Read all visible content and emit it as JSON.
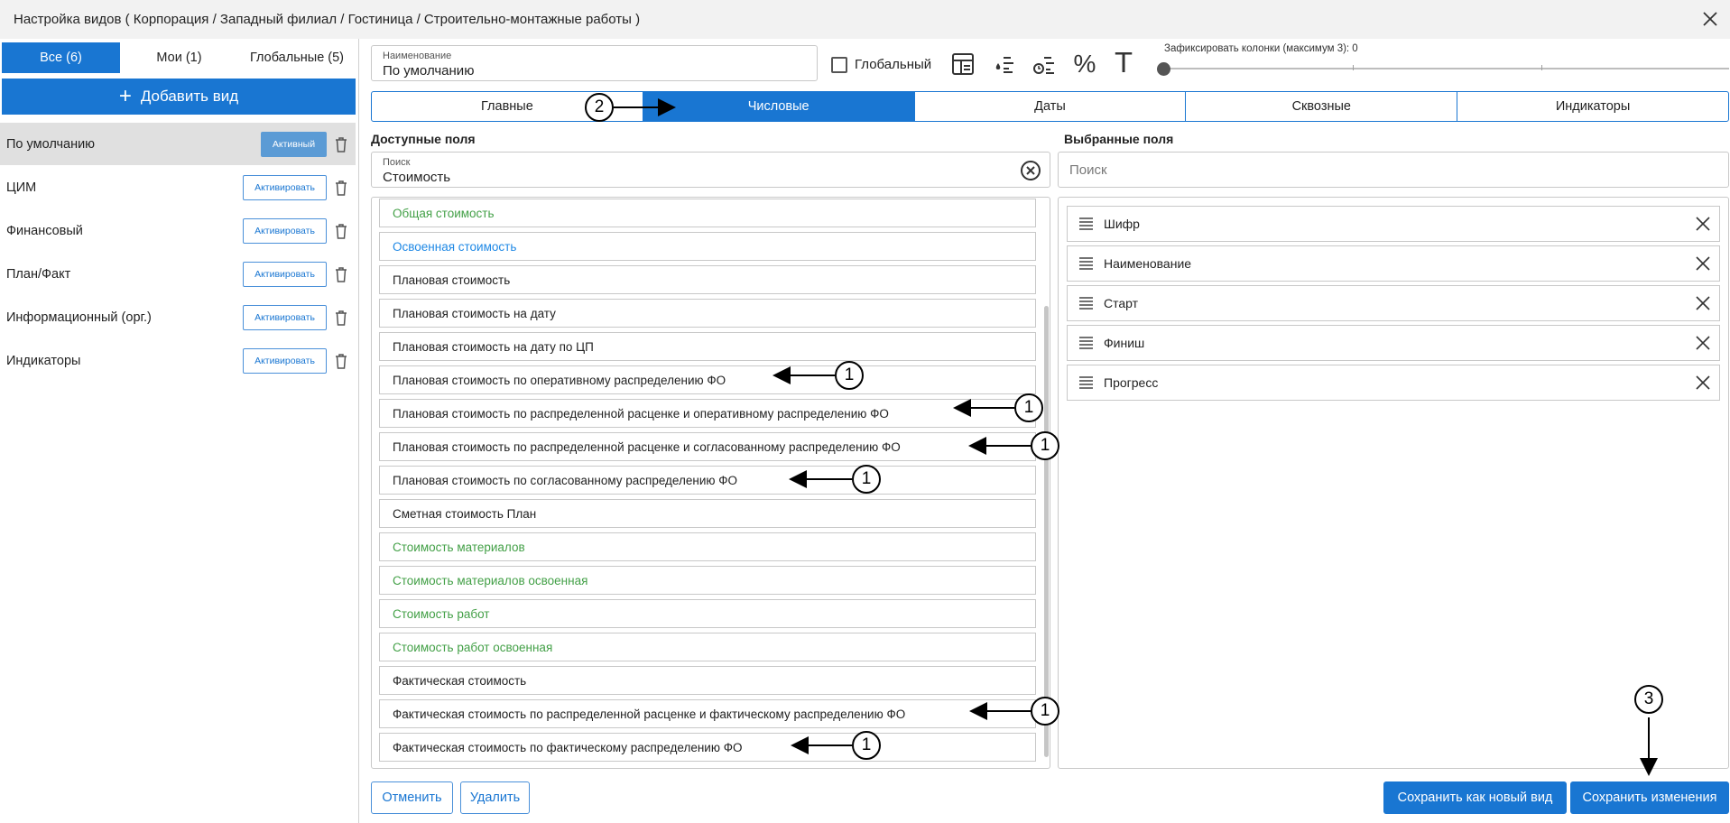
{
  "window": {
    "title": "Настройка видов ( Корпорация / Западный филиал / Гостиница / Строительно-монтажные работы )"
  },
  "sidebar": {
    "filter_tabs": [
      {
        "label": "Все (6)",
        "active": true
      },
      {
        "label": "Мои (1)",
        "active": false
      },
      {
        "label": "Глобальные (5)",
        "active": false
      }
    ],
    "add_view_label": "Добавить вид",
    "views": [
      {
        "name": "По умолчанию",
        "button": "Активный",
        "active": true
      },
      {
        "name": "ЦИМ",
        "button": "Активировать",
        "active": false
      },
      {
        "name": "Финансовый",
        "button": "Активировать",
        "active": false
      },
      {
        "name": "План/Факт",
        "button": "Активировать",
        "active": false
      },
      {
        "name": "Информационный (орг.)",
        "button": "Активировать",
        "active": false
      },
      {
        "name": "Индикаторы",
        "button": "Активировать",
        "active": false
      }
    ]
  },
  "name_field": {
    "label": "Наименование",
    "value": "По умолчанию"
  },
  "global_checkbox": {
    "label": "Глобальный",
    "checked": false
  },
  "toolbar_icons": [
    "table-icon",
    "fill-sort-icon",
    "time-sort-icon",
    "percent-icon",
    "text-icon"
  ],
  "toolbar_text": {
    "percent": "%",
    "text": "T"
  },
  "freeze": {
    "label": "Зафиксировать колонки (максимум 3): 0",
    "value": 0,
    "max": 3
  },
  "category_tabs": [
    {
      "label": "Главные",
      "active": false
    },
    {
      "label": "Числовые",
      "active": true
    },
    {
      "label": "Даты",
      "active": false
    },
    {
      "label": "Сквозные",
      "active": false
    },
    {
      "label": "Индикаторы",
      "active": false
    }
  ],
  "available": {
    "title": "Доступные поля",
    "search_label": "Поиск",
    "search_value": "Стоимость",
    "fields": [
      {
        "label": "Общая стоимость",
        "color": "green"
      },
      {
        "label": "Освоенная стоимость",
        "color": "blue"
      },
      {
        "label": "Плановая стоимость",
        "color": "black"
      },
      {
        "label": "Плановая стоимость на дату",
        "color": "black"
      },
      {
        "label": "Плановая стоимость на дату по ЦП",
        "color": "black"
      },
      {
        "label": "Плановая стоимость по оперативному распределению ФО",
        "color": "black"
      },
      {
        "label": "Плановая стоимость по распределенной расценке и оперативному распределению ФО",
        "color": "black"
      },
      {
        "label": "Плановая стоимость по распределенной расценке и согласованному распределению ФО",
        "color": "black"
      },
      {
        "label": "Плановая стоимость по согласованному распределению ФО",
        "color": "black"
      },
      {
        "label": "Сметная стоимость План",
        "color": "black"
      },
      {
        "label": "Стоимость материалов",
        "color": "green"
      },
      {
        "label": "Стоимость материалов освоенная",
        "color": "green"
      },
      {
        "label": "Стоимость работ",
        "color": "green"
      },
      {
        "label": "Стоимость работ освоенная",
        "color": "green"
      },
      {
        "label": "Фактическая стоимость",
        "color": "black"
      },
      {
        "label": "Фактическая стоимость по распределенной расценке и фактическому распределению ФО",
        "color": "black"
      },
      {
        "label": "Фактическая стоимость по фактическому распределению ФО",
        "color": "black"
      }
    ]
  },
  "selected": {
    "title": "Выбранные поля",
    "search_placeholder": "Поиск",
    "fields": [
      "Шифр",
      "Наименование",
      "Старт",
      "Финиш",
      "Прогресс"
    ]
  },
  "buttons": {
    "cancel": "Отменить",
    "delete": "Удалить",
    "save_new": "Сохранить как новый вид",
    "save": "Сохранить изменения"
  },
  "annotations": [
    "1",
    "2",
    "3"
  ],
  "colors": {
    "accent": "#1976d2",
    "green_field": "#43a047",
    "blue_field": "#1e88e5"
  }
}
